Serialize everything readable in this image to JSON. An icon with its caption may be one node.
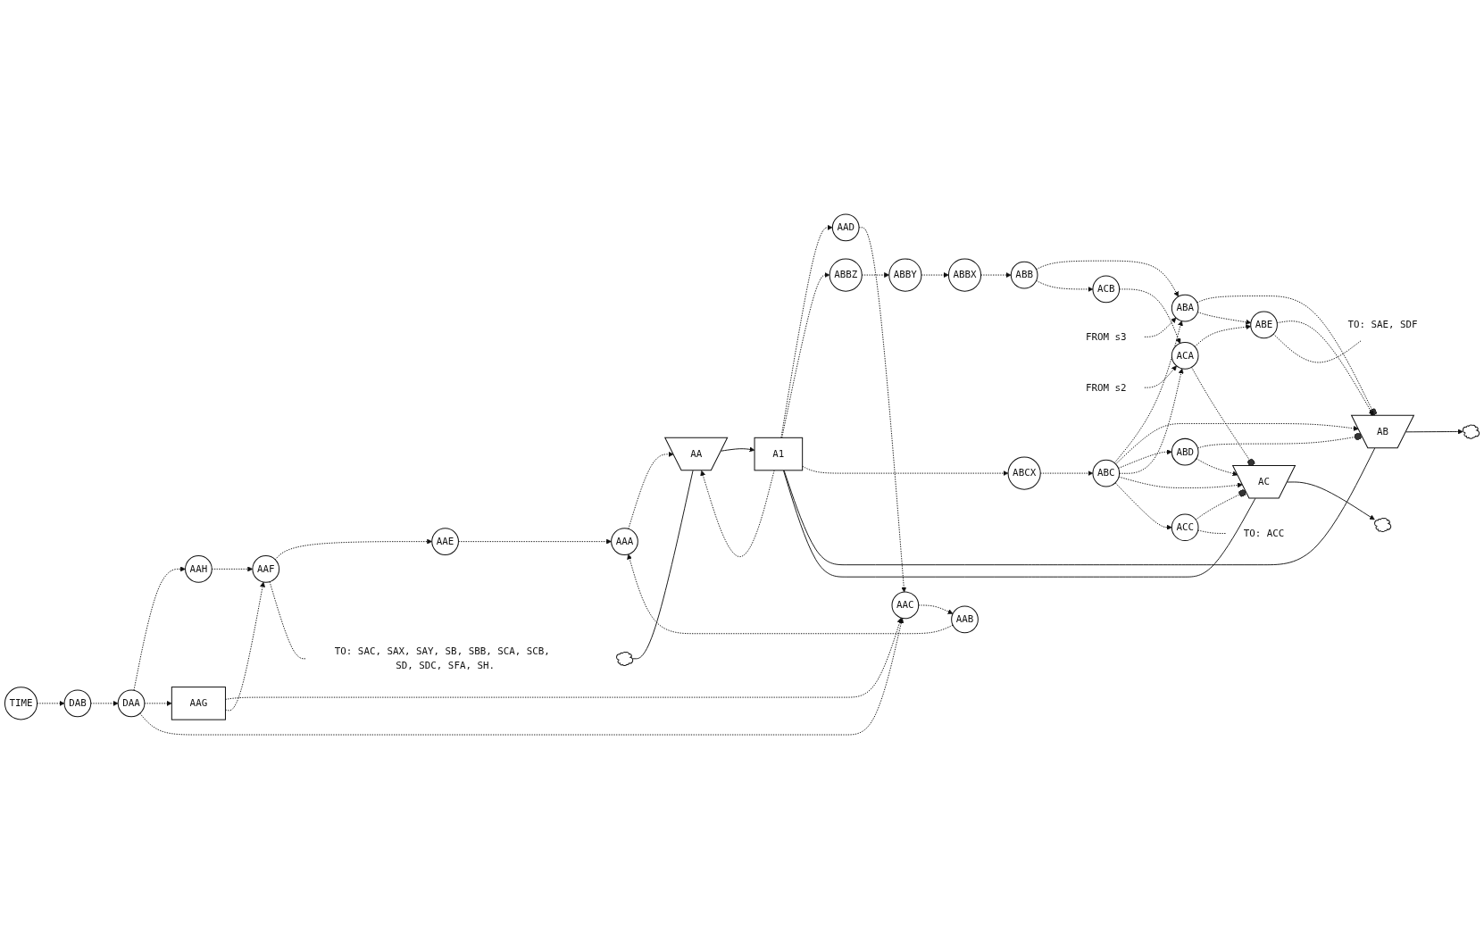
{
  "diagram": {
    "nodes": [
      {
        "text": [
          "TIME"
        ]
      },
      {
        "text": [
          "DAB"
        ]
      },
      {
        "text": [
          "DAA"
        ]
      },
      {
        "text": [
          "AAH"
        ]
      },
      {
        "text": [
          "AAG"
        ]
      },
      {
        "text": [
          "AAC"
        ]
      },
      {
        "text": [
          "AAD"
        ]
      },
      {
        "text": [
          "AAF"
        ]
      },
      {
        "text": [
          "AAB"
        ]
      },
      {
        "text": [
          "AAE"
        ]
      },
      {
        "text": [
          "AAA"
        ]
      },
      {
        "text": [
          "AA"
        ]
      },
      {
        "text": [
          "A1"
        ]
      },
      {
        "text": [
          "ABBY"
        ]
      },
      {
        "text": [
          "ABBX"
        ]
      },
      {
        "text": [
          "ABB"
        ]
      },
      {
        "text": [
          "ABCX"
        ]
      },
      {
        "text": [
          "ABC"
        ]
      },
      {
        "text": [
          "ABA"
        ]
      },
      {
        "text": [
          "ABBZ"
        ]
      },
      {
        "text": [
          "AB"
        ]
      },
      {
        "text": [
          "ABD"
        ]
      },
      {
        "text": [
          "ACB"
        ]
      },
      {
        "text": [
          "ABE"
        ]
      },
      {
        "text": [
          "AC"
        ]
      },
      {
        "text": [
          "ACA"
        ]
      },
      {
        "text": [
          "ACC"
        ]
      },
      {
        "text": [
          "FROM s3"
        ]
      },
      {
        "text": [
          "FROM s2"
        ]
      },
      {
        "text": [
          "TO: SAC, SAX, SAY, SB, SBB, SCA, SCB, SD, SDC, SFA, SH."
        ]
      },
      {
        "text": [
          "TO: SAE, SDF"
        ]
      },
      {
        "text": [
          "TO: ACC"
        ]
      },
      {
        "text": [],
        "shape": "cloud"
      },
      {
        "text": [],
        "shape": "cloud"
      },
      {
        "text": [],
        "shape": "cloud"
      }
    ],
    "edges": [
      {
        "from": 0,
        "to": 1,
        "arrow": "to",
        "style": "dashed"
      },
      {
        "from": 1,
        "to": 2,
        "arrow": "to",
        "style": "dashed"
      },
      {
        "from": 2,
        "to": 3,
        "arrow": "to",
        "style": "dashed"
      },
      {
        "from": 2,
        "to": 4,
        "arrow": "to",
        "style": "dashed"
      },
      {
        "from": 2,
        "to": 5,
        "arrow": "to",
        "style": "dashed"
      },
      {
        "from": 4,
        "to": 5,
        "arrow": "to",
        "style": "dashed"
      },
      {
        "from": 4,
        "to": 7,
        "arrow": "to",
        "style": "dashed"
      },
      {
        "from": 3,
        "to": 7,
        "arrow": "to",
        "style": "dashed"
      },
      {
        "from": 6,
        "to": 5,
        "arrow": "to",
        "style": "dashed"
      },
      {
        "from": 5,
        "to": 8,
        "arrow": "to",
        "style": "dashed"
      },
      {
        "from": 8,
        "to": 10,
        "arrow": "to",
        "style": "dashed"
      },
      {
        "from": 9,
        "to": 10,
        "arrow": "to",
        "style": "dashed"
      },
      {
        "from": 7,
        "to": 9,
        "arrow": "to",
        "style": "dashed"
      },
      {
        "from": 7,
        "to": 29,
        "arrow": "none",
        "style": "dashed"
      },
      {
        "from": 10,
        "to": 11,
        "arrow": "to",
        "style": "dashed"
      },
      {
        "from": 12,
        "to": 11,
        "arrow": "to",
        "style": "dashed"
      },
      {
        "from": 12,
        "to": 6,
        "arrow": "to",
        "style": "dashed"
      },
      {
        "from": 12,
        "to": 19,
        "arrow": "to",
        "style": "dashed"
      },
      {
        "from": 19,
        "to": 13,
        "arrow": "to",
        "style": "dashed"
      },
      {
        "from": 13,
        "to": 14,
        "arrow": "to",
        "style": "dashed"
      },
      {
        "from": 14,
        "to": 15,
        "arrow": "to",
        "style": "dashed"
      },
      {
        "from": 15,
        "to": 18,
        "arrow": "to",
        "style": "dashed"
      },
      {
        "from": 27,
        "to": 18,
        "arrow": "to",
        "style": "dashed"
      },
      {
        "from": 12,
        "to": 16,
        "arrow": "to",
        "style": "dashed"
      },
      {
        "from": 16,
        "to": 17,
        "arrow": "to",
        "style": "dashed"
      },
      {
        "from": 17,
        "to": 18,
        "arrow": "to",
        "style": "dashed"
      },
      {
        "from": 17,
        "to": 20,
        "arrow": "to",
        "style": "dashed"
      },
      {
        "from": 18,
        "to": 20,
        "arrow": "other",
        "style": "dashed"
      },
      {
        "from": 17,
        "to": 21,
        "arrow": "to",
        "style": "dashed"
      },
      {
        "from": 21,
        "to": 20,
        "arrow": "other",
        "style": "dashed"
      },
      {
        "from": 23,
        "to": 20,
        "arrow": "to",
        "style": "dashed"
      },
      {
        "from": 15,
        "to": 22,
        "arrow": "to",
        "style": "dashed"
      },
      {
        "from": 18,
        "to": 23,
        "arrow": "to",
        "style": "dashed"
      },
      {
        "from": 17,
        "to": 25,
        "arrow": "to",
        "style": "dashed"
      },
      {
        "from": 22,
        "to": 25,
        "arrow": "to",
        "style": "dashed"
      },
      {
        "from": 17,
        "to": 24,
        "arrow": "to",
        "style": "dashed"
      },
      {
        "from": 17,
        "to": 26,
        "arrow": "to",
        "style": "dashed"
      },
      {
        "from": 25,
        "to": 23,
        "arrow": "to",
        "style": "dashed"
      },
      {
        "from": 25,
        "to": 24,
        "arrow": "other",
        "style": "dashed"
      },
      {
        "from": 23,
        "to": 30,
        "arrow": "none",
        "style": "dashed"
      },
      {
        "from": 21,
        "to": 24,
        "arrow": "to",
        "style": "dashed"
      },
      {
        "from": 26,
        "to": 24,
        "arrow": "other",
        "style": "dashed"
      },
      {
        "from": 26,
        "to": 31,
        "arrow": "none",
        "style": "dashed"
      },
      {
        "from": 28,
        "to": 25,
        "arrow": "to",
        "style": "dashed"
      },
      {
        "from": 32,
        "to": 11,
        "arrow": "none"
      },
      {
        "from": 11,
        "to": 12,
        "arrow": "to"
      },
      {
        "from": 12,
        "to": 20,
        "arrow": "none"
      },
      {
        "from": 20,
        "to": 33,
        "arrow": "to"
      },
      {
        "from": 12,
        "to": 24,
        "arrow": "none"
      },
      {
        "from": 24,
        "to": 34,
        "arrow": "to"
      }
    ]
  }
}
